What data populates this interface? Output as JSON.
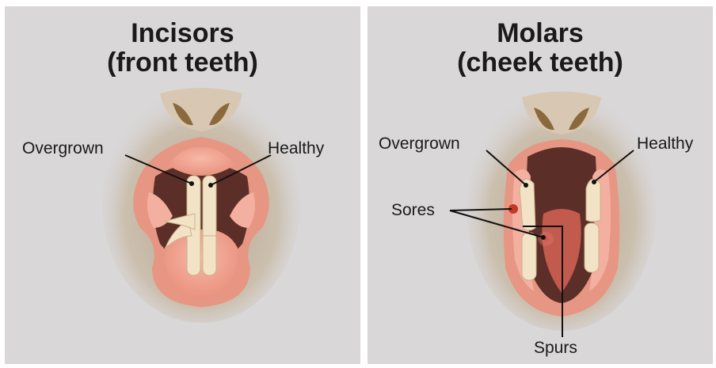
{
  "panels": [
    {
      "title_line1": "Incisors",
      "title_line2": "(front teeth)",
      "labels": {
        "overgrown": "Overgrown",
        "healthy": "Healthy"
      }
    },
    {
      "title_line1": "Molars",
      "title_line2": "(cheek teeth)",
      "labels": {
        "overgrown": "Overgrown",
        "healthy": "Healthy",
        "sores": "Sores",
        "spurs": "Spurs"
      }
    }
  ],
  "colors": {
    "background": "#d9d7d8",
    "gum": "#f0a592",
    "mouth_dark": "#5b2f27",
    "tooth": "#f3e3c6",
    "sore": "#d34a3f"
  }
}
